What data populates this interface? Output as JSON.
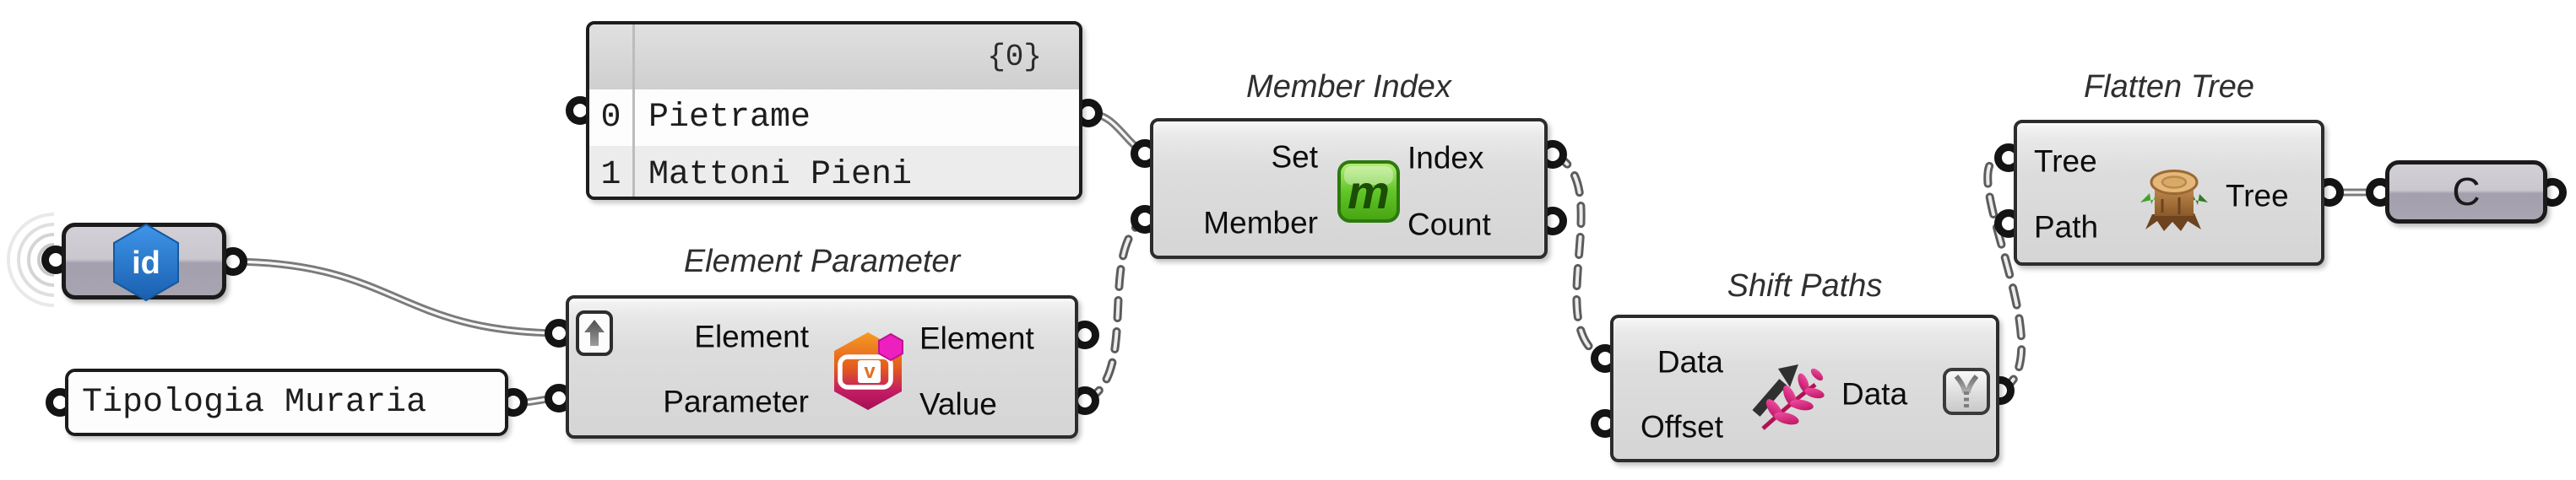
{
  "value_list_panel": {
    "header_badge": "{0}",
    "rows": [
      {
        "index": "0",
        "value": "Pietrame"
      },
      {
        "index": "1",
        "value": "Mattoni Pieni"
      }
    ]
  },
  "id_param": {
    "label": "id"
  },
  "name_panel": {
    "text": "Tipologia Muraria"
  },
  "element_parameter": {
    "title": "Element Parameter",
    "inputs": [
      "Element",
      "Parameter"
    ],
    "outputs": [
      "Element",
      "Value"
    ]
  },
  "member_index": {
    "title": "Member Index",
    "inputs": [
      "Set",
      "Member"
    ],
    "outputs": [
      "Index",
      "Count"
    ],
    "icon_letter": "m"
  },
  "shift_paths": {
    "title": "Shift Paths",
    "inputs": [
      "Data",
      "Offset"
    ],
    "outputs": [
      "Data"
    ]
  },
  "flatten_tree": {
    "title": "Flatten Tree",
    "inputs": [
      "Tree",
      "Path"
    ],
    "outputs": [
      "Tree"
    ]
  },
  "output_param": {
    "label": "C"
  },
  "icons": {
    "id_badge": "id-hexagon-icon",
    "member_index": "member-m-icon",
    "element_parameter": "revit-parameter-icon",
    "shift_paths": "fern-arrow-icon",
    "flatten_tree": "tree-stump-icon",
    "simplify_button": "zipper-icon",
    "upgrade_button": "up-arrow-icon",
    "wireless_input": "ripple-arcs-icon"
  },
  "colors": {
    "wire": "#7a7a7a",
    "wire_core": "#f6f6f6",
    "grip": "#141414",
    "green_badge": "#56c513",
    "blue_badge": "#2a7ad4",
    "magenta_accent": "#e91e8c",
    "canvas": "#ffffff"
  }
}
